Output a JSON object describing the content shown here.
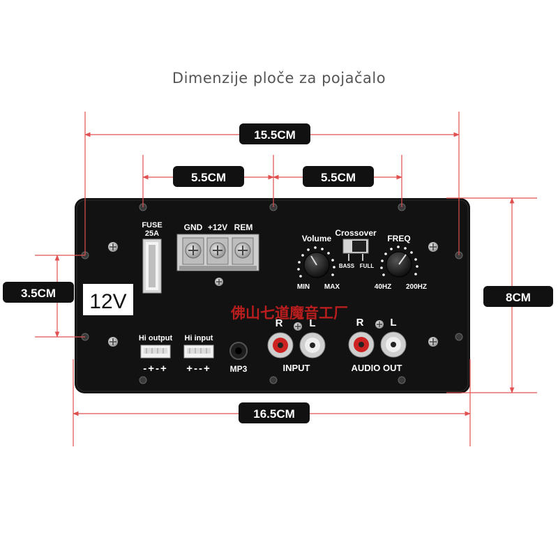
{
  "title": "Dimenzije ploče za pojačalo",
  "dimensions": {
    "total_width": "15.5CM",
    "left_span": "5.5CM",
    "right_span": "5.5CM",
    "left_height": "3.5CM",
    "right_height": "8CM",
    "bottom_width": "16.5CM"
  },
  "panel": {
    "fuse_label": "FUSE",
    "fuse_rating": "25A",
    "terminals": [
      "GND",
      "+12V",
      "REM"
    ],
    "voltage_badge": "12V",
    "volume_label": "Volume",
    "volume_min": "MIN",
    "volume_max": "MAX",
    "crossover_label": "Crossover",
    "crossover_bass": "BASS",
    "crossover_full": "FULL",
    "freq_label": "FREQ",
    "freq_min": "40HZ",
    "freq_max": "200HZ",
    "watermark": "佛山七道魔音工厂",
    "hi_output_label": "Hi output",
    "hi_output_pins": "-+-+",
    "hi_input_label": "Hi input",
    "hi_input_pins": "+--+",
    "mp3_label": "MP3",
    "input_r": "R",
    "input_l": "L",
    "input_label": "INPUT",
    "audio_out_r": "R",
    "audio_out_l": "L",
    "audio_out_label": "AUDIO OUT"
  },
  "colors": {
    "dimension_line": "#e05050",
    "label_bg": "#111111",
    "panel": "#121212",
    "rca_red": "#cc2222",
    "rca_white": "#eeeeee"
  }
}
